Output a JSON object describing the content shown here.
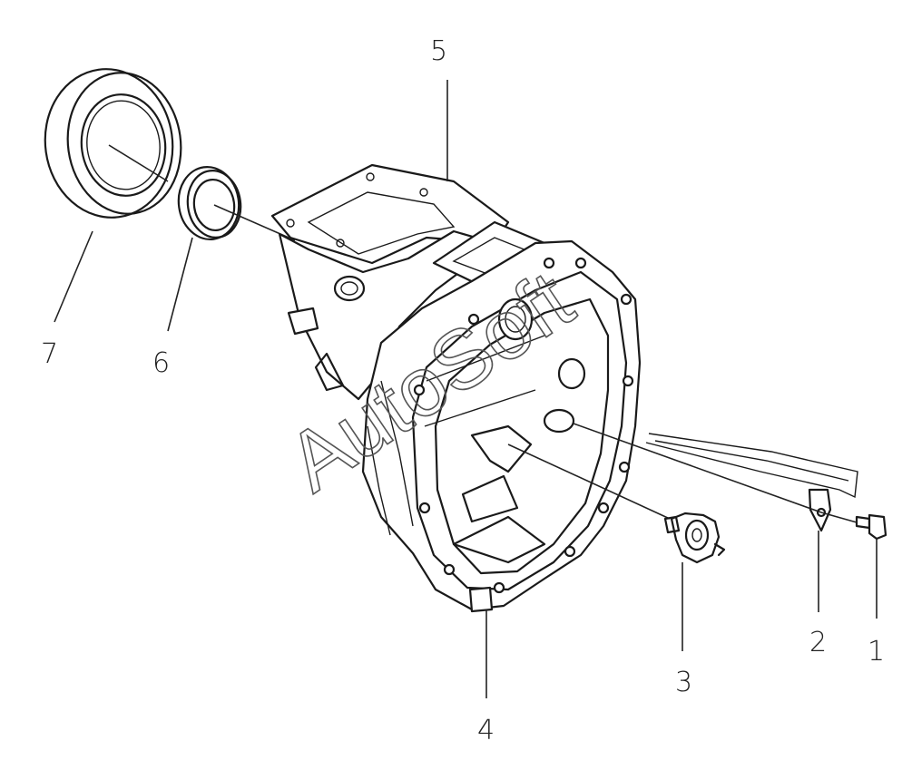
{
  "callouts": {
    "c1": "1",
    "c2": "2",
    "c3": "3",
    "c4": "4",
    "c5": "5",
    "c6": "6",
    "c7": "7"
  },
  "watermark": "AutoSoft",
  "colors": {
    "line": "#1a1a1a",
    "background": "#ffffff"
  }
}
